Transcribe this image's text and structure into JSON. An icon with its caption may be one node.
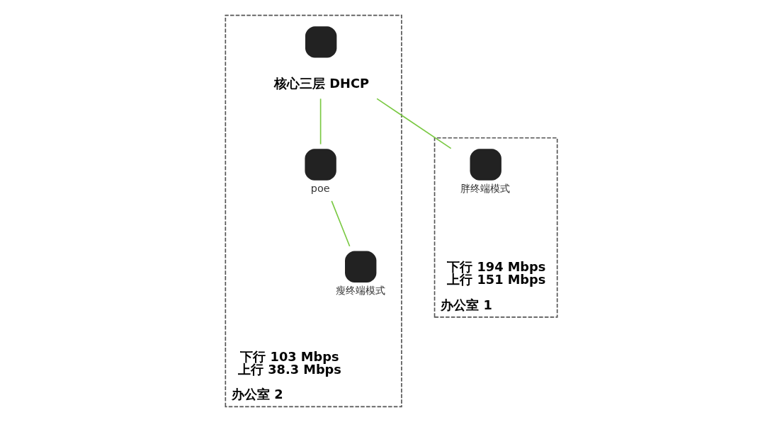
{
  "diagram": {
    "nodes": [
      {
        "text": [
          "办公室 1"
        ],
        "beside": [
          "下行 194 Mbps",
          "上行 151 Mbps"
        ]
      },
      {
        "text": [
          "胖终端模式"
        ],
        "in": 0
      },
      {
        "text": [
          "办公室 2"
        ],
        "beside": [
          "下行 103 Mbps",
          "上行 38.3 Mbps"
        ]
      },
      {
        "text": [],
        "shape": "box",
        "in": 2,
        "beside": [
          "核心三层 DHCP"
        ]
      },
      {
        "text": [
          "poe"
        ],
        "in": 2
      },
      {
        "text": [
          "瘦终端模式"
        ],
        "in": 2
      }
    ],
    "edges": [
      {
        "from": 3,
        "to": 1,
        "arrow": "none"
      },
      {
        "from": 3,
        "to": 4,
        "arrow": "none"
      },
      {
        "from": 4,
        "to": 5,
        "arrow": "none"
      }
    ]
  }
}
